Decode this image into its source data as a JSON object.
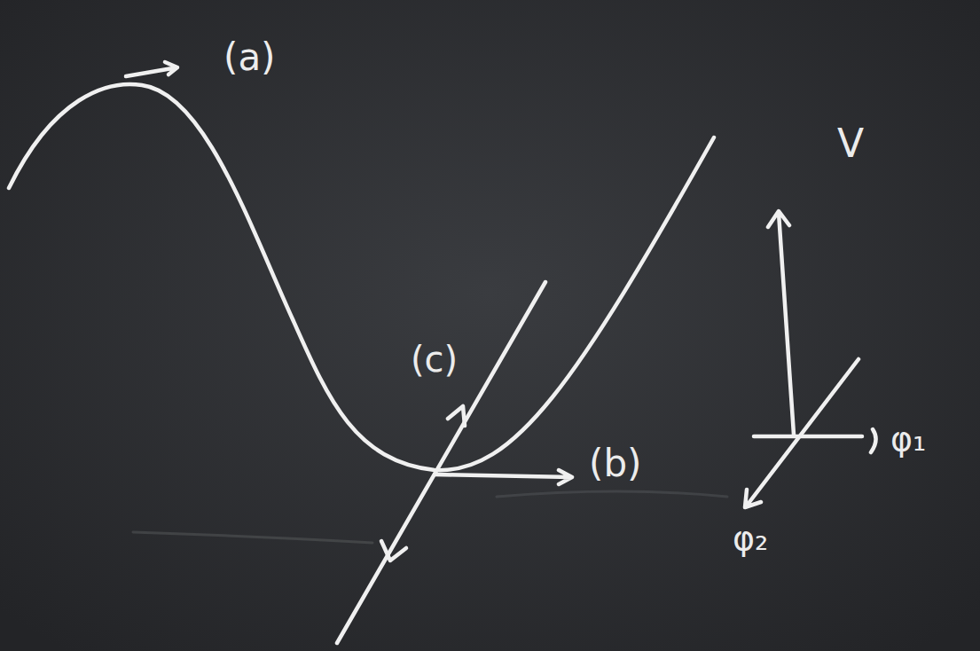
{
  "diagram": {
    "labels": [
      "(a)",
      "(c)",
      "(b)",
      "V",
      "φ₁",
      "φ₂"
    ]
  }
}
